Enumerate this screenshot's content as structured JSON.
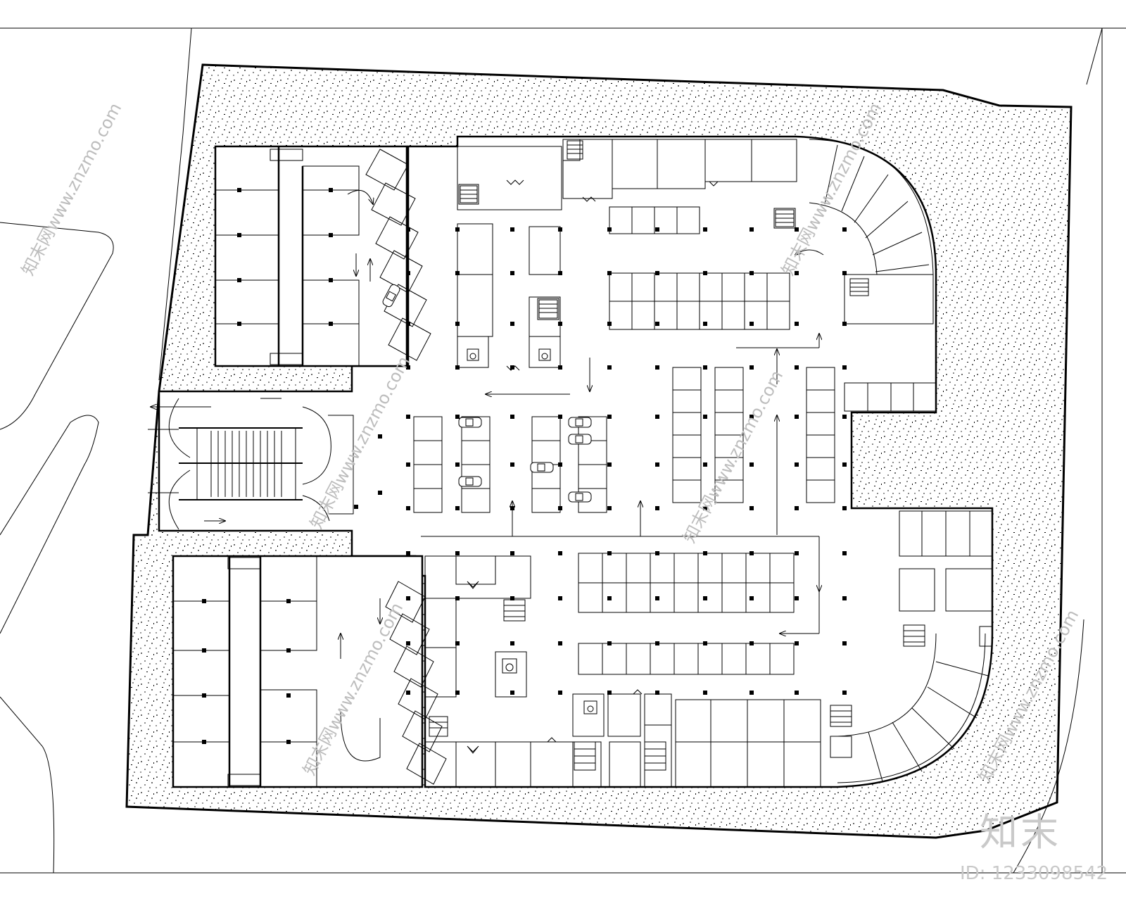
{
  "watermark": {
    "text": "知末网www.znzmo.com"
  },
  "brand": {
    "name": "知末",
    "id_label": "ID: 1233098542"
  },
  "colors": {
    "line": "#000000",
    "watermark": "#bdbdbd",
    "background": "#ffffff"
  },
  "icons": {
    "accessible": "wheelchair-icon",
    "stair": "stair-icon",
    "car": "car-icon",
    "arrow": "direction-arrow-icon"
  }
}
